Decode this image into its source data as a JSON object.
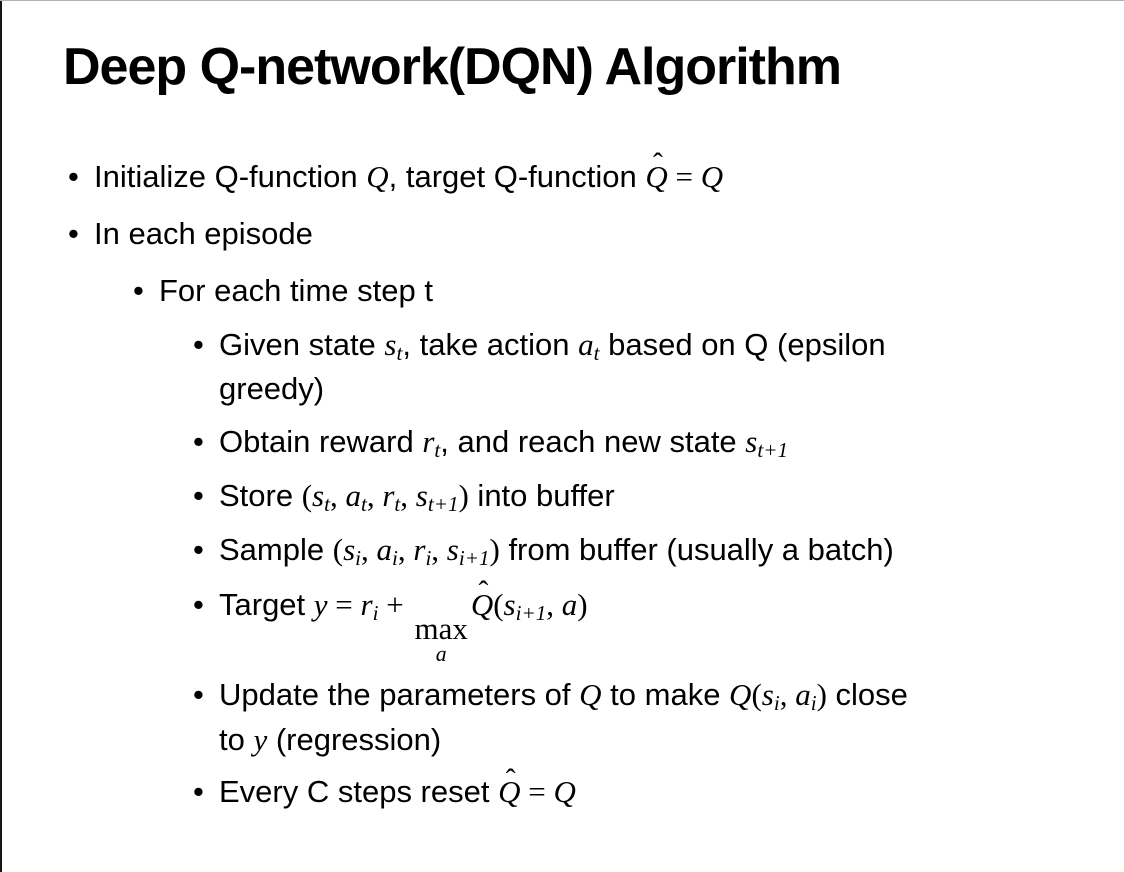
{
  "slide": {
    "title": "Deep Q-network(DQN) Algorithm",
    "bullet_char": "•",
    "bullets": [
      {
        "level": 1,
        "runs": [
          {
            "k": "txt",
            "v": "Initialize Q-function "
          },
          {
            "k": "m",
            "v": "Q"
          },
          {
            "k": "txt",
            "v": ", target Q-function "
          },
          {
            "k": "hat",
            "v": "Q",
            "accent": "ˆ"
          },
          {
            "k": "mn",
            "v": " = "
          },
          {
            "k": "m",
            "v": "Q"
          }
        ]
      },
      {
        "level": 1,
        "runs": [
          {
            "k": "txt",
            "v": "In each episode"
          }
        ]
      },
      {
        "level": 2,
        "runs": [
          {
            "k": "txt",
            "v": "For each time step t"
          }
        ]
      },
      {
        "level": 3,
        "runs": [
          {
            "k": "txt",
            "v": "Given state "
          },
          {
            "k": "m",
            "v": "s"
          },
          {
            "k": "sub",
            "v": "t"
          },
          {
            "k": "txt",
            "v": ", take action "
          },
          {
            "k": "m",
            "v": "a"
          },
          {
            "k": "sub",
            "v": "t"
          },
          {
            "k": "txt",
            "v": " based on Q (epsilon"
          },
          {
            "k": "br"
          },
          {
            "k": "txt",
            "v": "greedy)"
          }
        ]
      },
      {
        "level": 3,
        "runs": [
          {
            "k": "txt",
            "v": "Obtain reward "
          },
          {
            "k": "m",
            "v": "r"
          },
          {
            "k": "sub",
            "v": "t"
          },
          {
            "k": "txt",
            "v": ", and reach new state "
          },
          {
            "k": "m",
            "v": "s"
          },
          {
            "k": "sub",
            "v": "t+1"
          }
        ]
      },
      {
        "level": 3,
        "runs": [
          {
            "k": "txt",
            "v": "Store "
          },
          {
            "k": "mn",
            "v": "("
          },
          {
            "k": "m",
            "v": "s"
          },
          {
            "k": "sub",
            "v": "t"
          },
          {
            "k": "mn",
            "v": ", "
          },
          {
            "k": "m",
            "v": "a"
          },
          {
            "k": "sub",
            "v": "t"
          },
          {
            "k": "mn",
            "v": ", "
          },
          {
            "k": "m",
            "v": "r"
          },
          {
            "k": "sub",
            "v": "t"
          },
          {
            "k": "mn",
            "v": ", "
          },
          {
            "k": "m",
            "v": "s"
          },
          {
            "k": "sub",
            "v": "t+1"
          },
          {
            "k": "mn",
            "v": ")"
          },
          {
            "k": "txt",
            "v": " into buffer"
          }
        ]
      },
      {
        "level": 3,
        "runs": [
          {
            "k": "txt",
            "v": "Sample "
          },
          {
            "k": "mn",
            "v": "("
          },
          {
            "k": "m",
            "v": "s"
          },
          {
            "k": "sub",
            "v": "i"
          },
          {
            "k": "mn",
            "v": ", "
          },
          {
            "k": "m",
            "v": "a"
          },
          {
            "k": "sub",
            "v": "i"
          },
          {
            "k": "mn",
            "v": ", "
          },
          {
            "k": "m",
            "v": "r"
          },
          {
            "k": "sub",
            "v": "i"
          },
          {
            "k": "mn",
            "v": ", "
          },
          {
            "k": "m",
            "v": "s"
          },
          {
            "k": "sub",
            "v": "i+1"
          },
          {
            "k": "mn",
            "v": ")"
          },
          {
            "k": "txt",
            "v": " from buffer (usually a batch)"
          }
        ]
      },
      {
        "level": 3,
        "runs": [
          {
            "k": "txt",
            "v": "Target "
          },
          {
            "k": "m",
            "v": "y"
          },
          {
            "k": "mn",
            "v": " = "
          },
          {
            "k": "m",
            "v": "r"
          },
          {
            "k": "sub",
            "v": "i"
          },
          {
            "k": "mn",
            "v": " + "
          },
          {
            "k": "max",
            "op": "max",
            "under": "a"
          },
          {
            "k": "hat",
            "v": "Q",
            "accent": "ˆ"
          },
          {
            "k": "mn",
            "v": "("
          },
          {
            "k": "m",
            "v": "s"
          },
          {
            "k": "sub",
            "v": "i+1"
          },
          {
            "k": "mn",
            "v": ", "
          },
          {
            "k": "m",
            "v": "a"
          },
          {
            "k": "mn",
            "v": ")"
          }
        ]
      },
      {
        "level": 3,
        "runs": [
          {
            "k": "txt",
            "v": "Update the parameters of "
          },
          {
            "k": "m",
            "v": "Q"
          },
          {
            "k": "txt",
            "v": " to make "
          },
          {
            "k": "m",
            "v": "Q"
          },
          {
            "k": "mn",
            "v": "("
          },
          {
            "k": "m",
            "v": "s"
          },
          {
            "k": "sub",
            "v": "i"
          },
          {
            "k": "mn",
            "v": ", "
          },
          {
            "k": "m",
            "v": "a"
          },
          {
            "k": "sub",
            "v": "i"
          },
          {
            "k": "mn",
            "v": ")"
          },
          {
            "k": "txt",
            "v": " close"
          },
          {
            "k": "br"
          },
          {
            "k": "txt",
            "v": "to "
          },
          {
            "k": "m",
            "v": "y"
          },
          {
            "k": "txt",
            "v": " (regression)"
          }
        ]
      },
      {
        "level": 3,
        "runs": [
          {
            "k": "txt",
            "v": "Every C steps reset "
          },
          {
            "k": "hat",
            "v": "Q",
            "accent": "ˆ"
          },
          {
            "k": "mn",
            "v": " = "
          },
          {
            "k": "m",
            "v": "Q"
          }
        ]
      }
    ]
  }
}
